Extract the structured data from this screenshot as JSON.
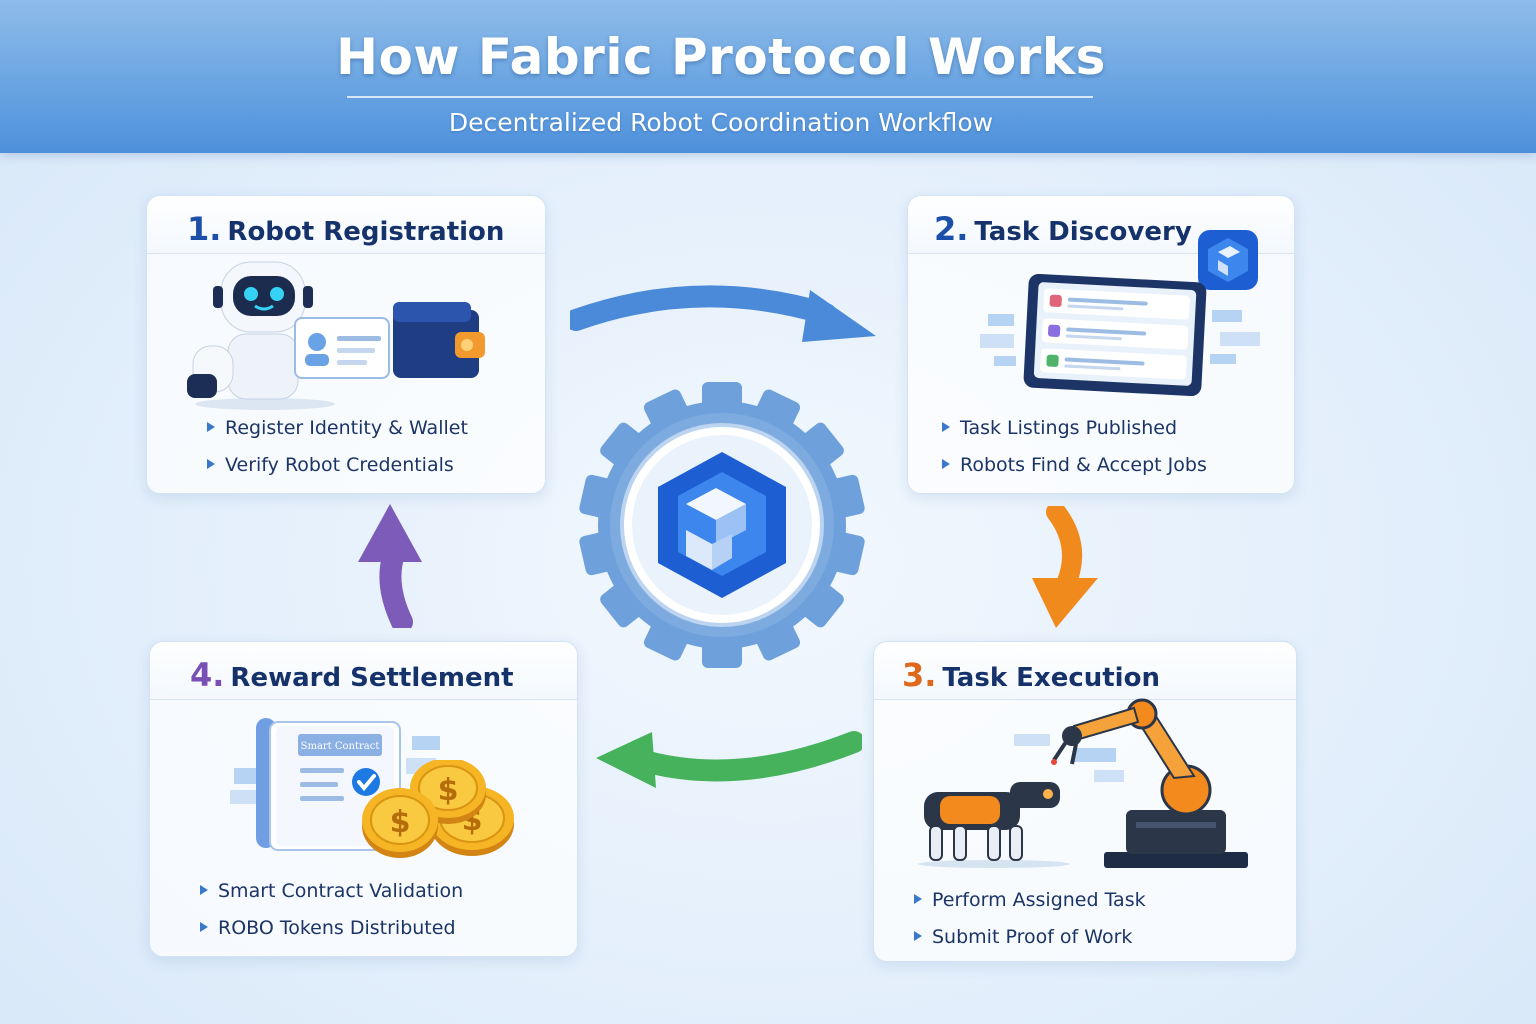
{
  "header": {
    "title": "How Fabric Protocol Works",
    "subtitle": "Decentralized Robot Coordination Workflow"
  },
  "steps": [
    {
      "number": "1.",
      "title": "Robot Registration",
      "bullets": [
        "Register Identity & Wallet",
        "Verify Robot Credentials"
      ]
    },
    {
      "number": "2.",
      "title": "Task Discovery",
      "bullets": [
        "Task Listings Published",
        "Robots Find & Accept Jobs"
      ]
    },
    {
      "number": "3.",
      "title": "Task Execution",
      "bullets": [
        "Perform Assigned Task",
        "Submit Proof of Work"
      ]
    },
    {
      "number": "4.",
      "title": "Reward Settlement",
      "bullets": [
        "Smart Contract Validation",
        "ROBO Tokens Distributed"
      ],
      "contract_label": "Smart Contract",
      "coin_symbol": "$"
    }
  ],
  "icons": {
    "robot": "robot-icon",
    "id_card": "id-card-icon",
    "wallet": "wallet-icon",
    "tablet": "task-tablet-icon",
    "logo": "fabric-logo-icon",
    "gear": "gear-hub-icon",
    "robot_dog": "robot-dog-icon",
    "robot_arm": "robot-arm-icon",
    "contract": "smart-contract-icon",
    "coins": "coins-icon"
  },
  "colors": {
    "arrow_1_to_2": "#4a8ad8",
    "arrow_2_to_3": "#f08a1c",
    "arrow_3_to_4": "#46b35c",
    "arrow_4_to_1": "#7c5cb8",
    "logo_blue": "#1d5fd3",
    "gear_blue": "#6ea1db"
  }
}
